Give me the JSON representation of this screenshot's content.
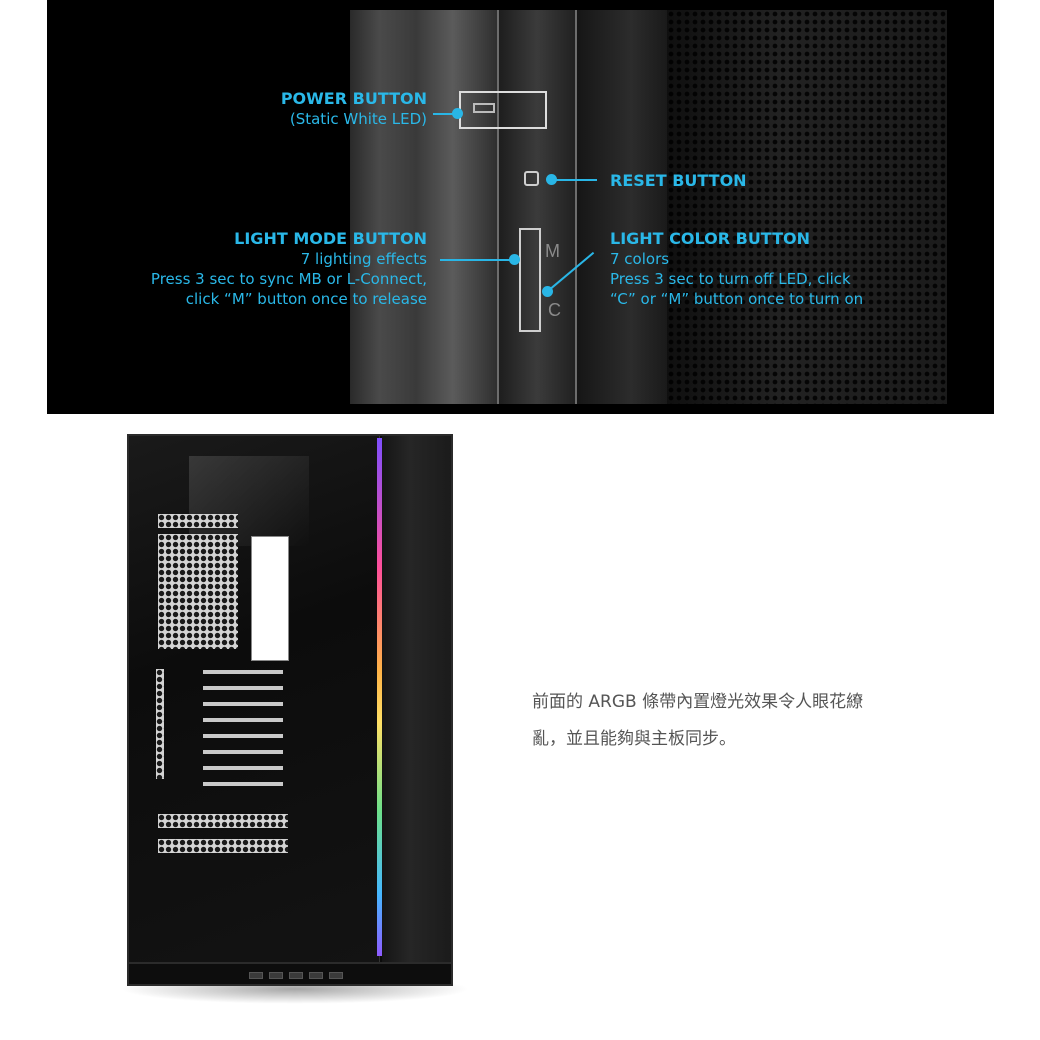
{
  "banner": {
    "power": {
      "title": "POWER BUTTON",
      "desc": "(Static White LED)"
    },
    "reset": {
      "title": "RESET BUTTON"
    },
    "light_mode": {
      "title": "LIGHT MODE BUTTON",
      "line1": "7 lighting effects",
      "line2": "Press 3 sec to sync MB or L-Connect,",
      "line3": "click “M” button once to release"
    },
    "light_color": {
      "title": "LIGHT COLOR BUTTON",
      "line1": "7 colors",
      "line2": "Press 3 sec to turn off LED, click",
      "line3": "“C” or “M” button once to turn on"
    },
    "letter_m": "M",
    "letter_c": "C",
    "accent_color": "#29b6e6"
  },
  "description": {
    "line1": "前面的 ARGB 條帶內置燈光效果令人眼花繚",
    "line2": "亂，並且能夠與主板同步。"
  }
}
